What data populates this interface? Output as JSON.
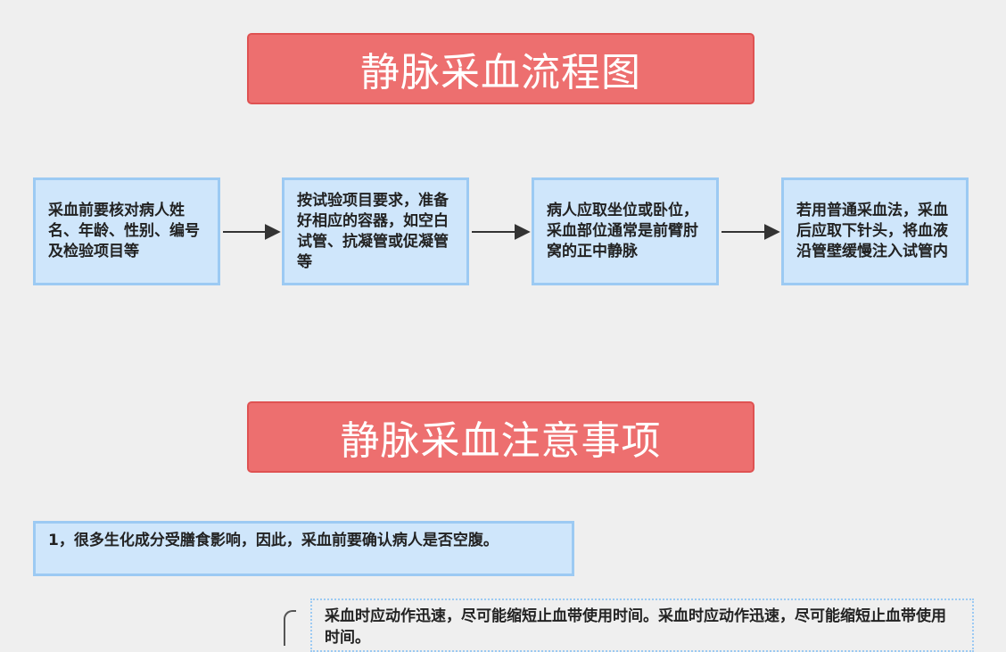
{
  "title1": "静脉采血流程图",
  "title2": "静脉采血注意事项",
  "steps": [
    "采血前要核对病人姓名、年龄、性别、编号及检验项目等",
    "按试验项目要求，准备好相应的容器，如空白试管、抗凝管或促凝管等",
    "病人应取坐位或卧位，采血部位通常是前臂肘窝的正中静脉",
    "若用普通采血法，采血后应取下针头，将血液沿管壁缓慢注入试管内"
  ],
  "notes": [
    "1，很多生化成分受膳食影响，因此，采血前要确认病人是否空腹。",
    "采血时应动作迅速，尽可能缩短止血带使用时间。采血时应动作迅速，尽可能缩短止血带使用时间。"
  ],
  "colors": {
    "banner": "#ed6f6f",
    "box_fill": "#cfe6fb",
    "box_border": "#9ccaf3",
    "arrow": "#333333"
  }
}
